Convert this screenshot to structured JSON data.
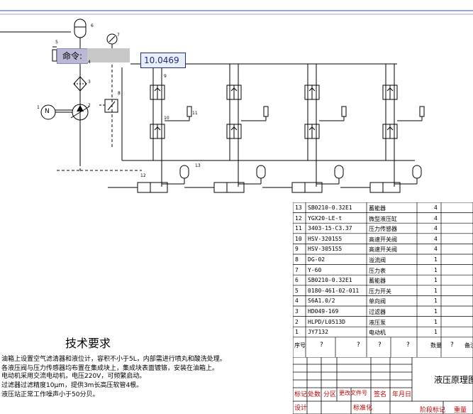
{
  "command": {
    "label": "命令:"
  },
  "value_display": "10.0469",
  "component_labels": [
    "1",
    "2",
    "3",
    "4",
    "5",
    "6",
    "7",
    "8",
    "9",
    "10",
    "11",
    "12",
    "13"
  ],
  "pump_symbol": "N",
  "tech_requirements": {
    "title": "技术要求",
    "items": [
      "油箱上设置空气滤清器和液位计，容积不小于5L，内部需进行喷丸和酸洗处理。",
      "各液压阀与压力传感器均布置在集成块上，集成块表面镀铬，安装在油箱上。",
      "电动机采用交流电动机，电压220V，可频繁启动。",
      "过滤器过滤精度10μm，提供3m长高压软管4根。",
      "液压站正常工作噪声小于50分贝。"
    ]
  },
  "bom": {
    "rows": [
      {
        "no": "13",
        "code": "SB0210-0.32E1",
        "name": "蓄能器",
        "qty": "4"
      },
      {
        "no": "12",
        "code": "YGX20-LE-t",
        "name": "微型液压缸",
        "qty": "4"
      },
      {
        "no": "11",
        "code": "3403-15-C3.37",
        "name": "压力传感器",
        "qty": "4"
      },
      {
        "no": "10",
        "code": "HSV-3201S5",
        "name": "高速开关阀",
        "qty": "4"
      },
      {
        "no": "9",
        "code": "HSV-3051S5",
        "name": "高速开关阀",
        "qty": "4"
      },
      {
        "no": "8",
        "code": "DG-02",
        "name": "溢流阀",
        "qty": "1"
      },
      {
        "no": "7",
        "code": "Y-60",
        "name": "压力表",
        "qty": "1"
      },
      {
        "no": "6",
        "code": "SB0210-0.32E1",
        "name": "蓄能器",
        "qty": "1"
      },
      {
        "no": "5",
        "code": "0180-461-02-011",
        "name": "压力开关",
        "qty": "1"
      },
      {
        "no": "4",
        "code": "S6A1.0/2",
        "name": "单向阀",
        "qty": "1"
      },
      {
        "no": "3",
        "code": "HD049-169",
        "name": "过滤器",
        "qty": "1"
      },
      {
        "no": "2",
        "code": "HLPD/L0513D",
        "name": "液压泵",
        "qty": "1"
      },
      {
        "no": "1",
        "code": "JY7132",
        "name": "电动机",
        "qty": "1"
      }
    ],
    "header": {
      "seq": "序号",
      "placeholder": "?",
      "qty": "数量",
      "last": "备注"
    }
  },
  "title_block": {
    "drawing_title": "液压原理图",
    "row1": [
      "标记",
      "处数",
      "分区",
      "更改文件号",
      "签名",
      "年月日"
    ],
    "row2": [
      "设计",
      "",
      "",
      "标准化"
    ],
    "right": [
      "阶段标记",
      "重量"
    ]
  }
}
